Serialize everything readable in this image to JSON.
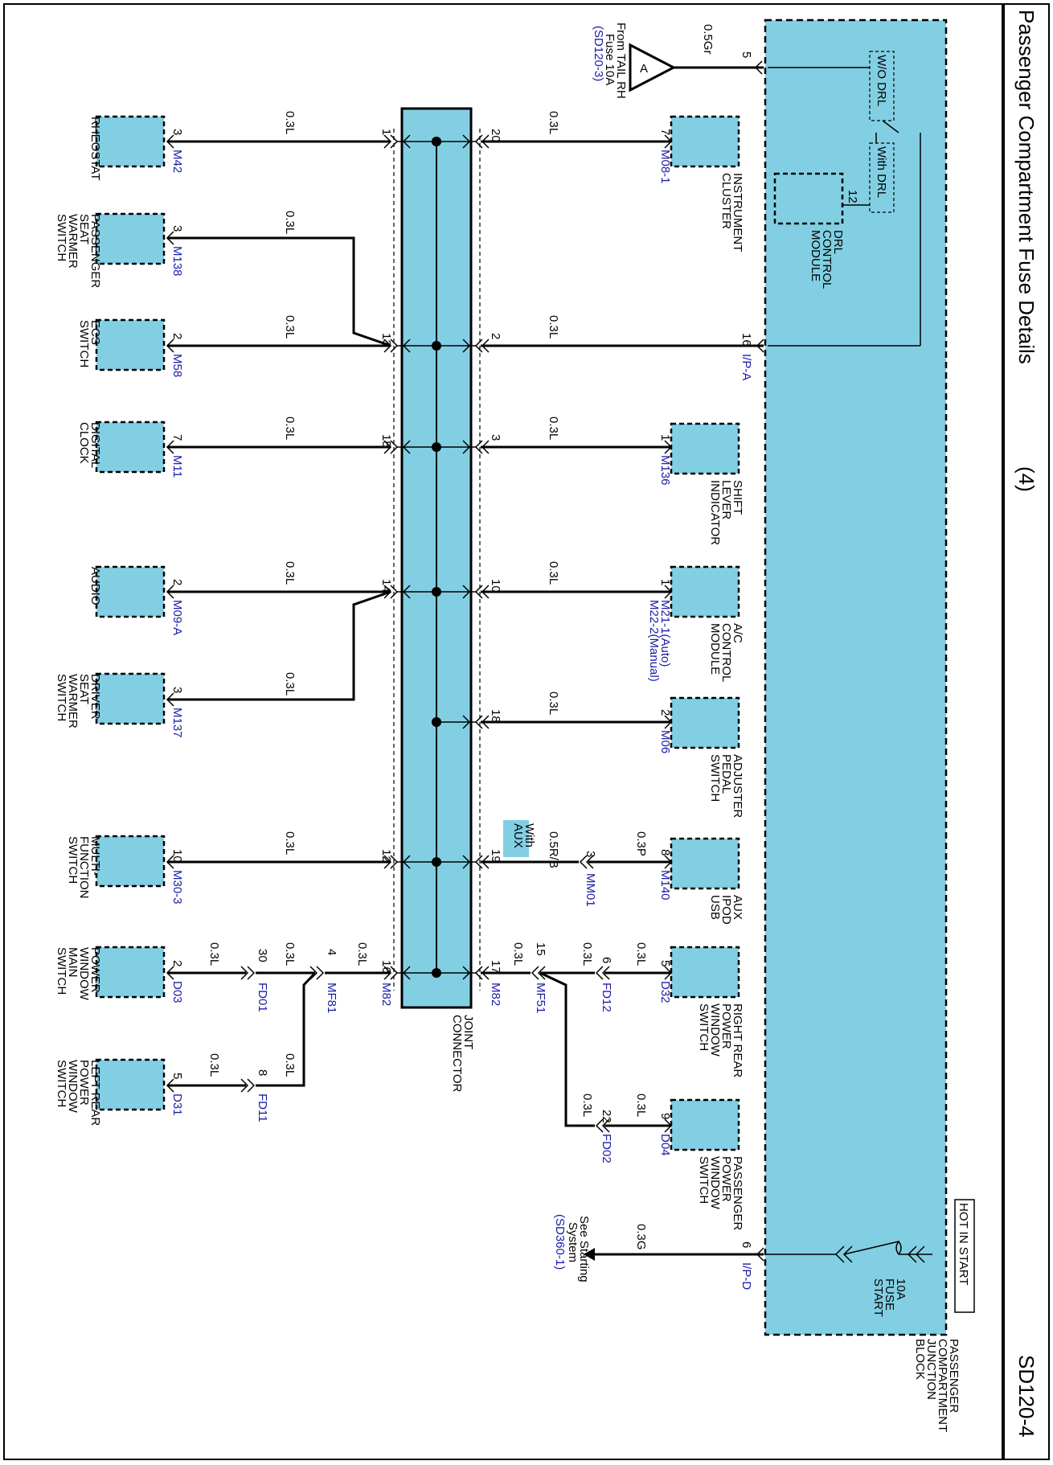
{
  "title": "Passenger Compartment Fuse Details",
  "title_index": "(4)",
  "page_code": "SD120-4",
  "hot_in_start": "HOT IN START",
  "pcjb_label": [
    "PASSENGER",
    "COMPARTMENT",
    "JUNCTION",
    "BLOCK"
  ],
  "start_fuse": [
    "START",
    "FUSE",
    "10A"
  ],
  "wo_drl": "W/O DRL",
  "with_drl": "With DRL",
  "drl_module": [
    "DRL",
    "CONTROL",
    "MODULE"
  ],
  "drl_pin": "12",
  "tail_source": {
    "letter": "A",
    "text": [
      "From TAIL RH",
      "Fuse 10A"
    ],
    "ref": "(SD120-3)",
    "pin": "5",
    "wire": "0.5Gr"
  },
  "ipa": {
    "pin": "16",
    "conn": "I/P-A",
    "wire": "0.3L"
  },
  "ipd": {
    "pin": "6",
    "conn": "I/P-D",
    "wire": "0.3G",
    "text": [
      "See Starting",
      "System"
    ],
    "ref": "(SD360-1)"
  },
  "joint_connector": [
    "JOINT",
    "CONNECTOR"
  ],
  "joint_conn_code": "M82",
  "upper_components": [
    {
      "name": [
        "INSTRUMENT",
        "CLUSTER"
      ],
      "conn": "M08-1",
      "pin": "7",
      "jpin": "20",
      "wire": "0.3L"
    },
    {
      "name": [
        "SHIFT",
        "LEVER",
        "INDICATOR"
      ],
      "conn": "M136",
      "pin": "1",
      "jpin": "3",
      "wire": "0.3L"
    },
    {
      "name": [
        "A/C",
        "CONTROL",
        "MODULE"
      ],
      "conn": "M21-1(Auto)",
      "conn2": "M22-2(Manual)",
      "pin": "1",
      "jpin": "10",
      "wire": "0.3L"
    },
    {
      "name": [
        "ADJUSTER",
        "PEDAL",
        "SWITCH"
      ],
      "conn": "M06",
      "pin": "2",
      "jpin": "18",
      "wire": "0.3L"
    },
    {
      "name": [
        "AUX",
        "IPOD",
        "USB"
      ],
      "conn": "M140",
      "pin": "8",
      "jpin": "19",
      "wire": "0.3P",
      "wire2": "0.5R/B",
      "inline_pin": "3",
      "inline_conn": "MM01",
      "option": [
        "With",
        "AUX"
      ]
    },
    {
      "name": [
        "RIGHT REAR",
        "POWER",
        "WINDOW",
        "SWITCH"
      ],
      "conn": "D32",
      "pin": "5",
      "wire": "0.3L",
      "inline_pin": "6",
      "inline_conn": "FD12"
    },
    {
      "name": [
        "PASSENGER",
        "POWER",
        "WINDOW",
        "SWITCH"
      ],
      "conn": "D04",
      "pin": "9",
      "wire": "0.3L",
      "inline_pin": "22",
      "inline_conn": "FD02"
    }
  ],
  "mf51": {
    "pin": "15",
    "conn": "MF51",
    "jpin": "17",
    "wire": "0.3L",
    "wire_a": "0.3L",
    "wire_b": "0.3L"
  },
  "ipa_jpin": "2",
  "lower_components": [
    {
      "name": [
        "RHEOSTAT"
      ],
      "conn": "M42",
      "pin": "3",
      "jpin": "1",
      "wire": "0.3L"
    },
    {
      "name": [
        "PASSENGER",
        "SEAT",
        "WARMER",
        "SWITCH"
      ],
      "conn": "M138",
      "pin": "3",
      "wire": "0.3L"
    },
    {
      "name": [
        "ECS",
        "SWITCH"
      ],
      "conn": "M58",
      "pin": "2",
      "jpin": "13",
      "wire": "0.3L"
    },
    {
      "name": [
        "DIGITAL",
        "CLOCK"
      ],
      "conn": "M11",
      "pin": "7",
      "jpin": "15",
      "wire": "0.3L"
    },
    {
      "name": [
        "AUDIO"
      ],
      "conn": "M09-A",
      "pin": "2",
      "jpin": "14",
      "wire": "0.3L"
    },
    {
      "name": [
        "DRIVER",
        "SEAT",
        "WARMER",
        "SWITCH"
      ],
      "conn": "M137",
      "pin": "3",
      "wire": "0.3L"
    },
    {
      "name": [
        "MULTI-",
        "FUNCTION",
        "SWITCH"
      ],
      "conn": "M30-3",
      "pin": "10",
      "jpin": "12",
      "wire": "0.3L"
    },
    {
      "name": [
        "POWER",
        "WINDOW",
        "MAIN",
        "SWITCH"
      ],
      "conn": "D03",
      "pin": "2",
      "wire": "0.3L",
      "inline_pin": "30",
      "inline_conn": "FD01"
    },
    {
      "name": [
        "LEFT REAR",
        "POWER",
        "WINDOW",
        "SWITCH"
      ],
      "conn": "D31",
      "pin": "5",
      "wire": "0.3L",
      "inline_pin": "8",
      "inline_conn": "FD11"
    }
  ],
  "mf81": {
    "pin": "4",
    "conn": "MF81",
    "jpin": "16",
    "wire": "0.3L",
    "wire_a": "0.3L",
    "wire_b": "0.3L"
  }
}
